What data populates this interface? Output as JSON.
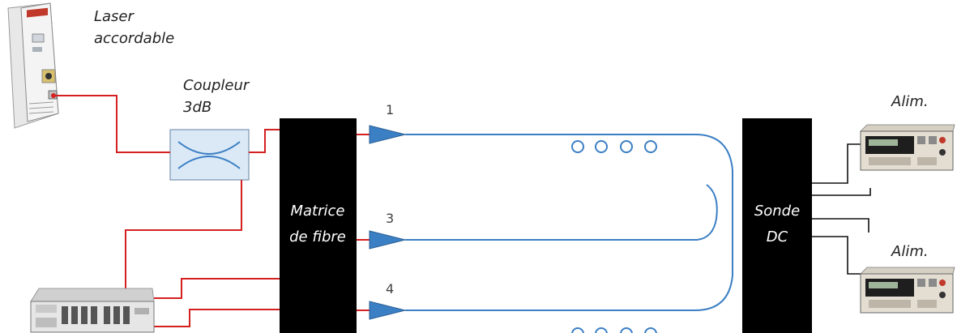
{
  "labels": {
    "laser_line1": "Laser",
    "laser_line2": "accordable",
    "coupler_line1": "Coupleur",
    "coupler_line2": "3dB",
    "matrix_line1": "Matrice",
    "matrix_line2": "de fibre",
    "probe_line1": "Sonde",
    "probe_line2": "DC",
    "psu_top": "Alim.",
    "psu_bottom": "Alim."
  },
  "ports": [
    "1",
    "3",
    "4"
  ],
  "colors": {
    "electrical_wire": "#d42020",
    "fiber": "#3b7fc4",
    "black_box": "#000000",
    "coupler_fill": "#dbe9f7",
    "black_wire": "#111111"
  },
  "icons": {
    "laser": "laser-module-icon",
    "detector": "optical-power-meter-icon",
    "psu": "power-supply-icon",
    "coupler": "coupler-icon",
    "port": "port-arrow-icon",
    "fiber_loop": "fiber-loop-icon"
  }
}
